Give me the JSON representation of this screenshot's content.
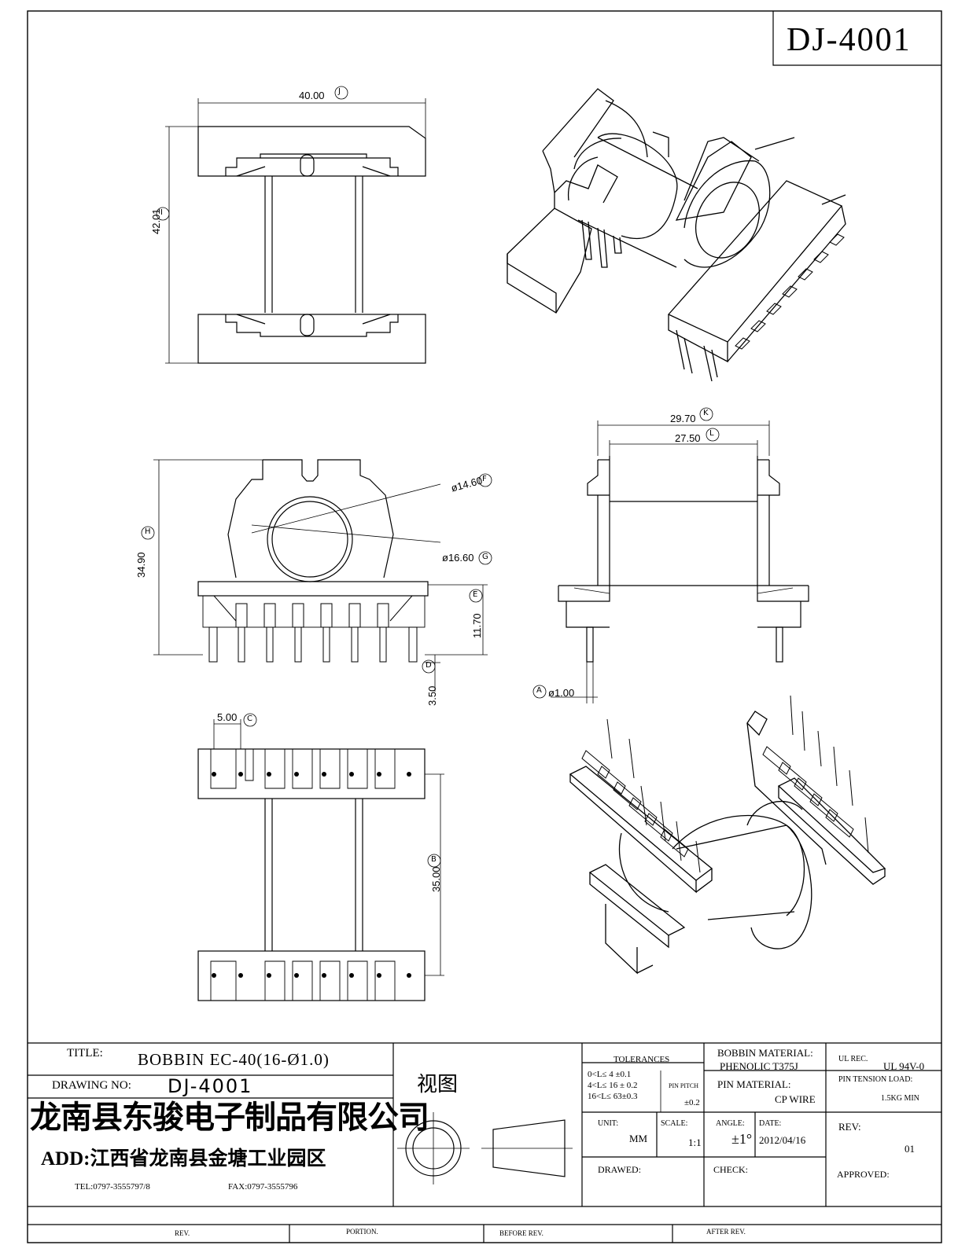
{
  "drawing_no_box": "DJ-4001",
  "dimensions": {
    "d_40": "40.00",
    "d_42": "42.01",
    "d_3490": "34.90",
    "d_1460": "ø14.60",
    "d_1660": "ø16.60",
    "d_1170": "11.70",
    "d_350": "3.50",
    "d_2970": "29.70",
    "d_2750": "27.50",
    "d_pin": "ø1.00",
    "d_500": "5.00",
    "d_3500": "35.00"
  },
  "callouts": {
    "A": "A",
    "B": "B",
    "C": "C",
    "D": "D",
    "E": "E",
    "F": "F",
    "G": "G",
    "H": "H",
    "I": "I",
    "J": "J",
    "K": "K",
    "L": "L"
  },
  "title_block": {
    "title_label": "TITLE:",
    "title_value": "BOBBIN EC-40(16-Ø1.0)",
    "drawing_no_label": "DRAWING NO:",
    "drawing_no_value": "DJ-4001",
    "view_label": "视图",
    "company": "龙南县东骏电子制品有限公司",
    "address": "ADD:江西省龙南县金塘工业园区",
    "tel": "TEL:0797-3555797/8",
    "fax": "FAX:0797-3555796",
    "tolerances_label": "TOLERANCES",
    "tol_1": "0<L≤ 4  ±0.1",
    "tol_2": "4<L≤ 16  ± 0.2",
    "tol_3": "16<L≤ 63±0.3",
    "pin_pitch_label": "PIN PITCH",
    "pin_pitch_value": "±0.2",
    "bobbin_material_label": "BOBBIN MATERIAL:",
    "bobbin_material_value": "PHENOLIC T375J",
    "pin_material_label": "PIN MATERIAL:",
    "pin_material_value": "CP WIRE",
    "ul_rec_label": "UL REC.",
    "ul_rec_value": "UL  94V-0",
    "pin_tension_label": "PIN TENSION LOAD:",
    "pin_tension_value": "1.5KG MIN",
    "unit_label": "UNIT:",
    "unit_value": "MM",
    "scale_label": "SCALE:",
    "scale_value": "1:1",
    "angle_label": "ANGLE:",
    "angle_value": "±1°",
    "date_label": "DATE:",
    "date_value": "2012/04/16",
    "rev_label": "REV:",
    "rev_value": "01",
    "drawed_label": "DRAWED:",
    "check_label": "CHECK:",
    "approved_label": "APPROVED:",
    "rev_col": "REV.",
    "portion_col": "PORTION.",
    "before_rev_col": "BEFORE REV.",
    "after_rev_col": "AFTER REV."
  }
}
